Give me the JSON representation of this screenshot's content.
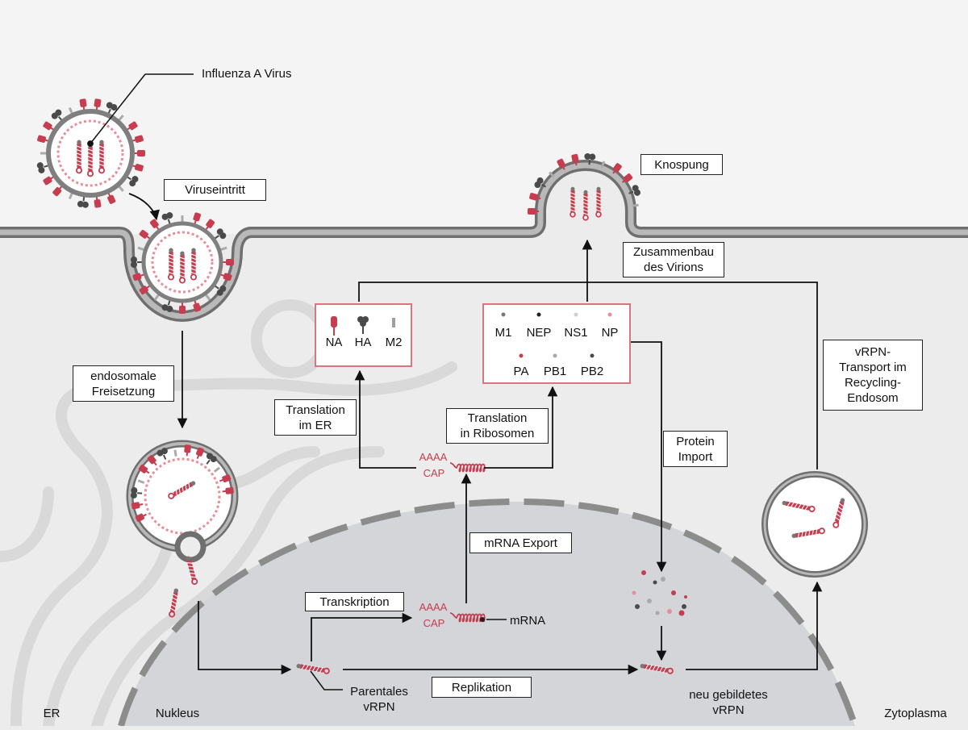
{
  "labels": {
    "virus": "Influenza A Virus",
    "viruseintritt": "Viruseintritt",
    "endosomale": "endosomale\nFreisetzung",
    "knospung": "Knospung",
    "zusammenbau": "Zusammenbau\ndes Virions",
    "vrpn_transport": "vRPN-\nTransport im\nRecycling-\nEndosom",
    "translation_er": "Translation\nim ER",
    "translation_ribo": "Translation\nin Ribosomen",
    "protein_import": "Protein\nImport",
    "mrna_export": "mRNA Export",
    "transkription": "Transkription",
    "replikation": "Replikation",
    "mrna": "mRNA",
    "parentales": "Parentales\nvRPN",
    "neu": "neu gebildetes\nvRPN",
    "er": "ER",
    "nukleus": "Nukleus",
    "zytoplasma": "Zytoplasma",
    "aaaa": "AAAA",
    "cap": "CAP"
  },
  "membrane_proteins": [
    "NA",
    "HA",
    "M2"
  ],
  "internal_proteins_row1": [
    "M1",
    "NEP",
    "NS1",
    "NP"
  ],
  "internal_proteins_row2": [
    "PA",
    "PB1",
    "PB2"
  ],
  "colors": {
    "cytoplasm": "#ececec",
    "outside": "#f4f4f4",
    "nucleus": "#d3d5d9",
    "membrane": "#7f7f7f",
    "red": "#c63d4f",
    "pink": "#e88e98",
    "dark": "#4a4a4a"
  }
}
